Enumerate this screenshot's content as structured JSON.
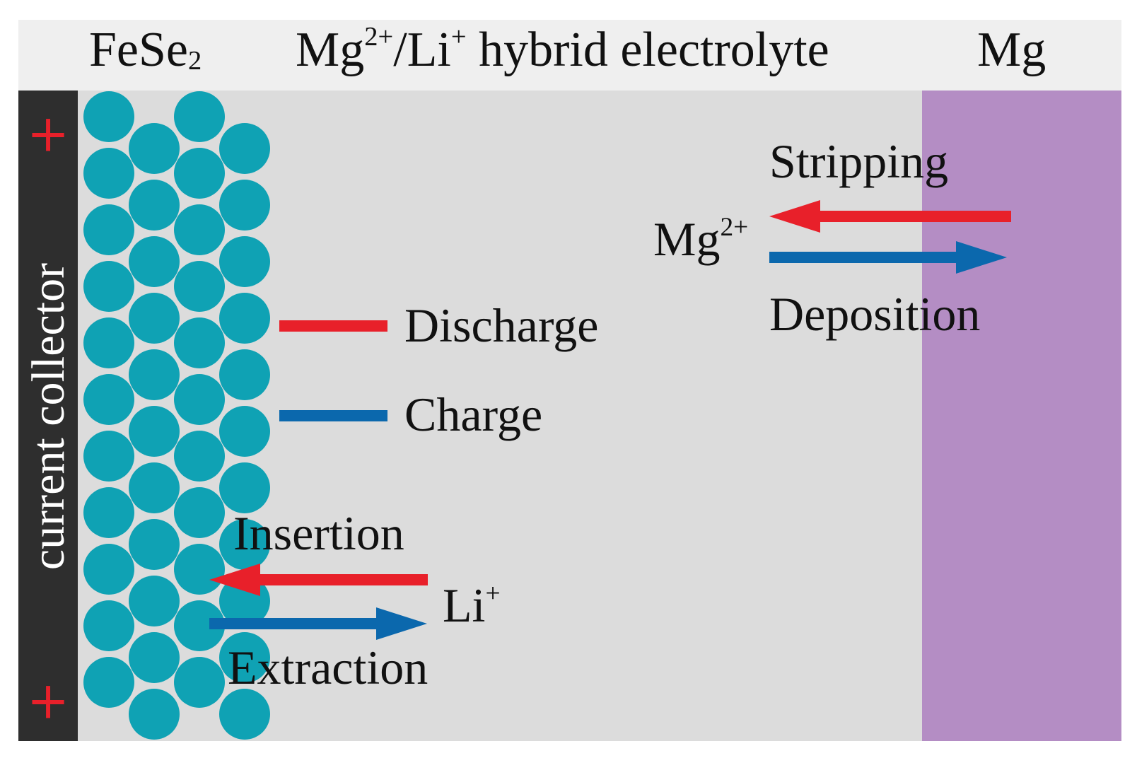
{
  "header": {
    "left_label": "FeSe",
    "left_sub": "2",
    "center_prefix": "Mg",
    "center_sup1": "2+",
    "center_mid": "/Li",
    "center_sup2": "+",
    "center_suffix": " hybrid electrolyte",
    "right_label": "Mg"
  },
  "current_collector": {
    "label": "current collector",
    "top_sign": "+",
    "bottom_sign": "+"
  },
  "legend": [
    {
      "label": "Discharge",
      "color": "#e8202a"
    },
    {
      "label": "Charge",
      "color": "#0b68ad"
    }
  ],
  "mg_side": {
    "ion": "Mg",
    "ion_sup": "2+",
    "top_label": "Stripping",
    "bottom_label": "Deposition"
  },
  "li_side": {
    "ion": "Li",
    "ion_sup": "+",
    "top_label": "Insertion",
    "bottom_label": "Extraction"
  },
  "colors": {
    "header_bg": "#efefef",
    "electrolyte_bg": "#dcdcdc",
    "collector_bg": "#2e2e2e",
    "sign_color": "#e8202a",
    "particle": "#0fa2b4",
    "mg_anode": "#b48dc4",
    "discharge_arrow": "#e8202a",
    "charge_arrow": "#0b68ad"
  }
}
